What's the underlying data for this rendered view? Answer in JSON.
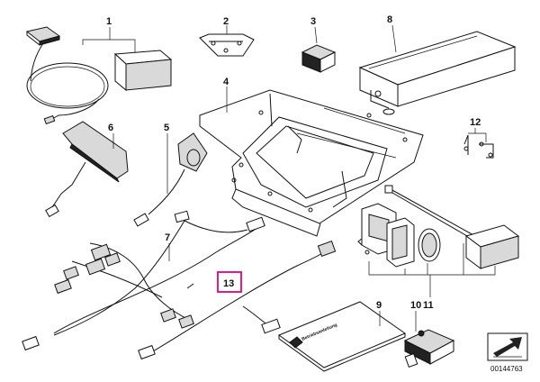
{
  "parts": [
    {
      "id": "part-1",
      "label": "1"
    },
    {
      "id": "part-2",
      "label": "2"
    },
    {
      "id": "part-3",
      "label": "3"
    },
    {
      "id": "part-4",
      "label": "4"
    },
    {
      "id": "part-5",
      "label": "5"
    },
    {
      "id": "part-6",
      "label": "6"
    },
    {
      "id": "part-7",
      "label": "7"
    },
    {
      "id": "part-8",
      "label": "8"
    },
    {
      "id": "part-9",
      "label": "9"
    },
    {
      "id": "part-10",
      "label": "10"
    },
    {
      "id": "part-11",
      "label": "11"
    },
    {
      "id": "part-12",
      "label": "12"
    },
    {
      "id": "part-13",
      "label": "13"
    }
  ],
  "highlight": {
    "label": "13",
    "color": "#e4007c"
  },
  "booklet_title": "Betriebsanleitung",
  "diagram_ref": "00144763"
}
